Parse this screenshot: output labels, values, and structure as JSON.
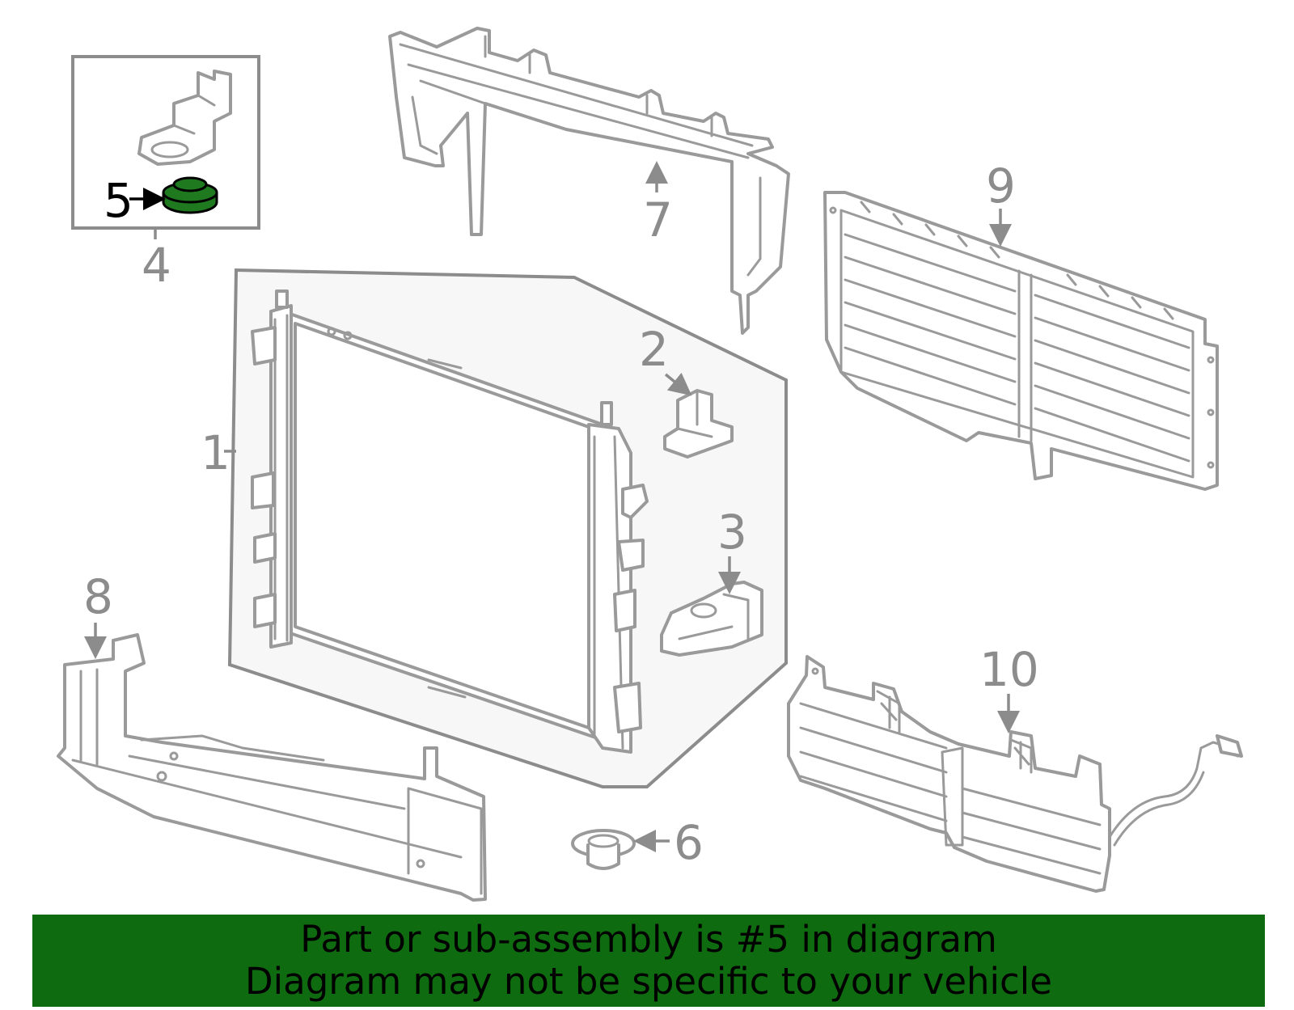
{
  "callouts": {
    "c1": "1",
    "c2": "2",
    "c3": "3",
    "c4": "4",
    "c5": "5",
    "c6": "6",
    "c7": "7",
    "c8": "8",
    "c9": "9",
    "c10": "10"
  },
  "highlight": {
    "part_number": "5",
    "color": "#1f7a1f"
  },
  "banner": {
    "line1": "Part or sub-assembly is #5 in diagram",
    "line2": "Diagram may not be specific to your vehicle",
    "color": "#0f6b0f"
  }
}
